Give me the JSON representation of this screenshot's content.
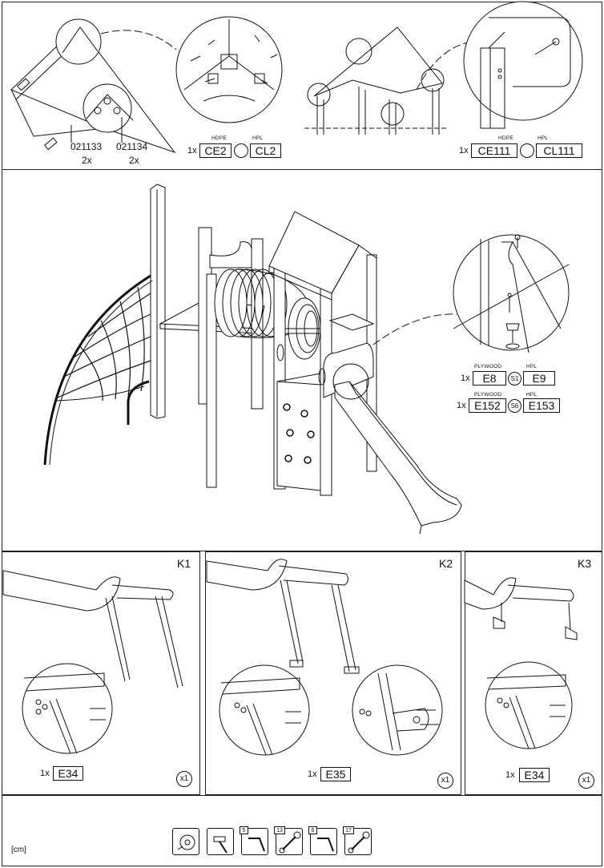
{
  "top_left": {
    "part_a": {
      "code": "021133",
      "qty": "2x"
    },
    "part_b": {
      "code": "021134",
      "qty": "2x"
    },
    "material_left": "HDPE",
    "material_right": "HPL",
    "count": "1x",
    "code_left": "CE2",
    "code_right": "CL2"
  },
  "top_right": {
    "material_left": "HDPE",
    "material_right": "HPL",
    "count": "1x",
    "code_left": "CE111",
    "code_right": "CL111"
  },
  "main": {
    "row1": {
      "count": "1x",
      "material_left": "PLYWOOD",
      "material_right": "HPL",
      "code_left": "E8",
      "ring": "S1",
      "code_right": "E9"
    },
    "row2": {
      "count": "1x",
      "material_left": "PLYWOOD",
      "material_right": "HPL",
      "code_left": "E152",
      "ring": "S6",
      "code_right": "E153"
    }
  },
  "variants": [
    {
      "id": "K1",
      "count": "1x",
      "code": "E34",
      "multiplier": "x1"
    },
    {
      "id": "K2",
      "count": "1x",
      "code": "E35",
      "multiplier": "x1"
    },
    {
      "id": "K3",
      "count": "1x",
      "code": "E34",
      "multiplier": "x1"
    }
  ],
  "footer": {
    "unit": "[cm]",
    "tools": [
      {
        "icon": "tape-measure-icon",
        "number": ""
      },
      {
        "icon": "hammer-icon",
        "number": ""
      },
      {
        "icon": "hex-key-icon",
        "number": "5"
      },
      {
        "icon": "wrench-icon",
        "number": "13"
      },
      {
        "icon": "hex-key-icon",
        "number": "6"
      },
      {
        "icon": "wrench-icon",
        "number": "17"
      }
    ]
  }
}
